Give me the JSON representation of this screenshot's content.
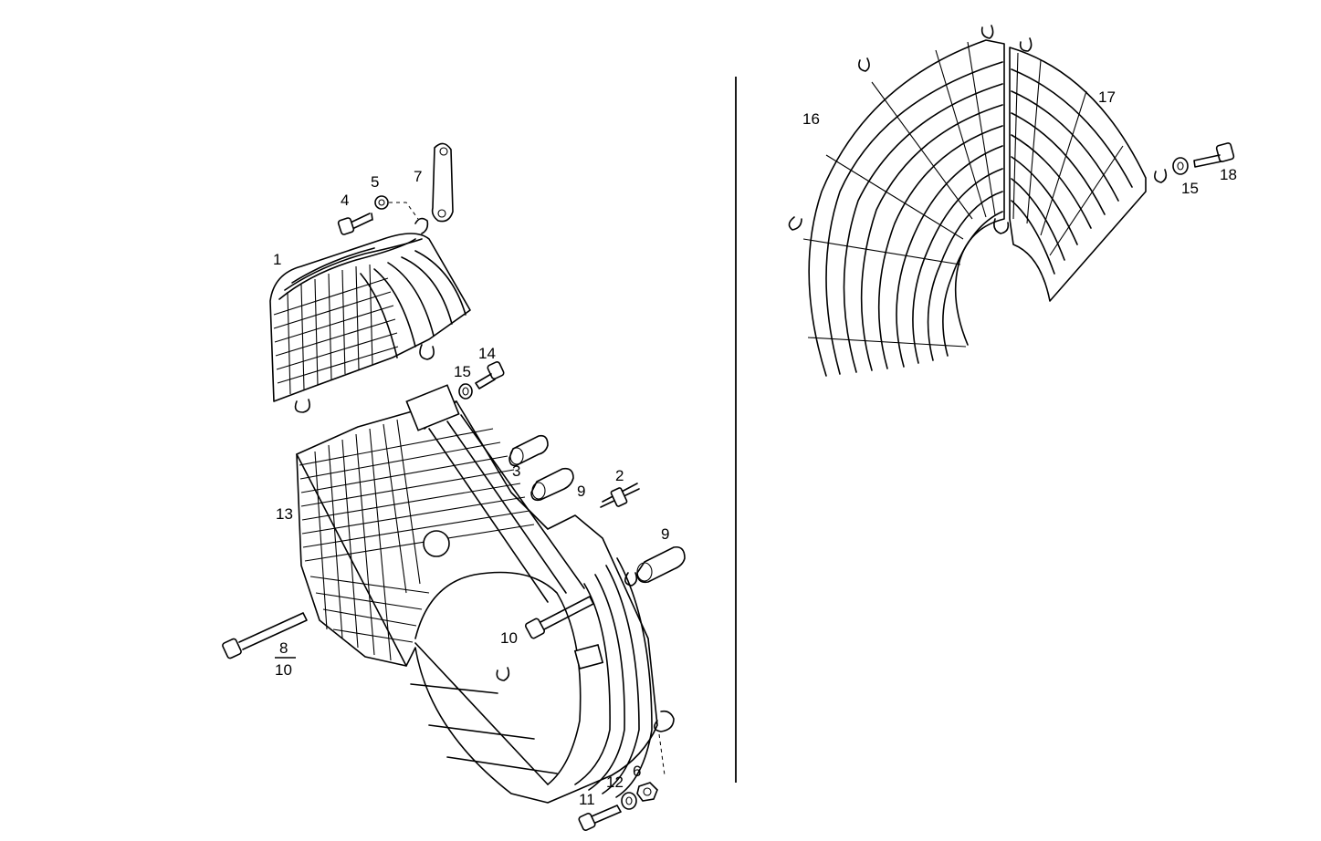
{
  "labels": [
    {
      "id": "1",
      "text": "1"
    },
    {
      "id": "2",
      "text": "2"
    },
    {
      "id": "3",
      "text": "3"
    },
    {
      "id": "4",
      "text": "4"
    },
    {
      "id": "5",
      "text": "5"
    },
    {
      "id": "6",
      "text": "6"
    },
    {
      "id": "7",
      "text": "7"
    },
    {
      "id": "9a",
      "text": "9"
    },
    {
      "id": "9b",
      "text": "9"
    },
    {
      "id": "10",
      "text": "10"
    },
    {
      "id": "11",
      "text": "11"
    },
    {
      "id": "12",
      "text": "12"
    },
    {
      "id": "13",
      "text": "13"
    },
    {
      "id": "14",
      "text": "14"
    },
    {
      "id": "15a",
      "text": "15"
    },
    {
      "id": "15b",
      "text": "15"
    },
    {
      "id": "16",
      "text": "16"
    },
    {
      "id": "17",
      "text": "17"
    },
    {
      "id": "18",
      "text": "18"
    }
  ],
  "fraction_label": {
    "numerator": "8",
    "denominator": "10"
  }
}
